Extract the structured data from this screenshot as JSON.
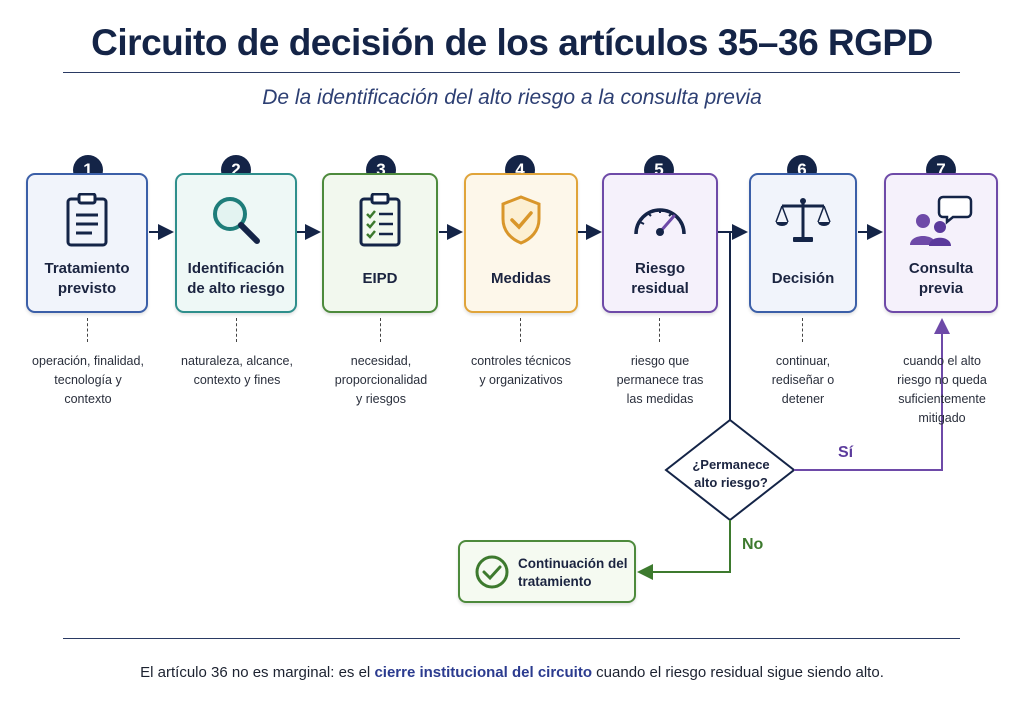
{
  "title": "Circuito de decisión de los artículos 35–36 RGPD",
  "subtitle": "De la identificación del alto riesgo a la consulta previa",
  "steps": [
    {
      "number": "1",
      "label_lines": [
        "Tratamiento",
        "previsto"
      ],
      "icon": "clipboard-icon",
      "color": "#3b5fa8",
      "bg": "#f1f4fb",
      "description_lines": [
        "operación, finalidad,",
        "tecnología y",
        "contexto"
      ]
    },
    {
      "number": "2",
      "label_lines": [
        "Identificación",
        "de alto riesgo"
      ],
      "icon": "magnifier-icon",
      "color": "#2f8f8c",
      "bg": "#eef8f6",
      "description_lines": [
        "naturaleza, alcance,",
        "contexto y fines"
      ]
    },
    {
      "number": "3",
      "label_lines": [
        "EIPD"
      ],
      "icon": "checklist-icon",
      "color": "#4d8a3c",
      "bg": "#f2f8ee",
      "description_lines": [
        "necesidad,",
        "proporcionalidad",
        "y riesgos"
      ]
    },
    {
      "number": "4",
      "label_lines": [
        "Medidas"
      ],
      "icon": "shield-check-icon",
      "color": "#e0a43a",
      "bg": "#fdf7ea",
      "description_lines": [
        "controles técnicos",
        "y organizativos"
      ]
    },
    {
      "number": "5",
      "label_lines": [
        "Riesgo",
        "residual"
      ],
      "icon": "gauge-icon",
      "color": "#6e4aa8",
      "bg": "#f5f1fb",
      "description_lines": [
        "riesgo que",
        "permanece tras",
        "las medidas"
      ]
    },
    {
      "number": "6",
      "label_lines": [
        "Decisión"
      ],
      "icon": "scales-icon",
      "color": "#3b5fa8",
      "bg": "#f1f4fb",
      "description_lines": [
        "continuar,",
        "rediseñar o",
        "detener"
      ]
    },
    {
      "number": "7",
      "label_lines": [
        "Consulta",
        "previa"
      ],
      "icon": "people-chat-icon",
      "color": "#6e4aa8",
      "bg": "#f5f1fb",
      "description_lines": [
        "cuando el alto",
        "riesgo no queda",
        "suficientemente",
        "mitigado"
      ]
    }
  ],
  "decision": {
    "question_lines": [
      "¿Permanece",
      "alto riesgo?"
    ],
    "yes": "Sí",
    "no": "No"
  },
  "continuation": {
    "label_lines": [
      "Continuación del",
      "tratamiento"
    ],
    "icon": "check-circle-icon"
  },
  "footer": {
    "before": "El artículo 36 no es marginal: es el ",
    "highlight": "cierre institucional del circuito",
    "after": " cuando el riesgo residual sigue siendo alto."
  }
}
